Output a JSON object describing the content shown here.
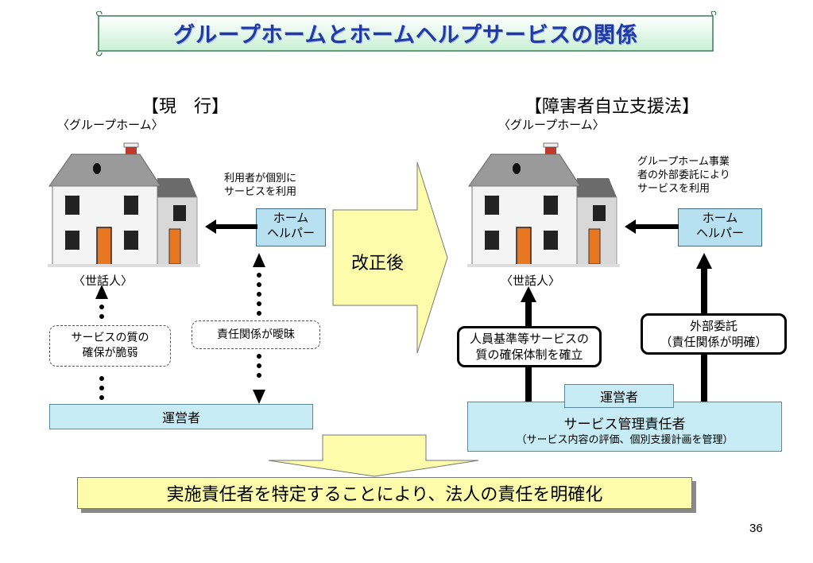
{
  "title": "グループホームとホームヘルプサービスの関係",
  "left": {
    "heading": "【現　行】",
    "house_label": "〈グループホーム〉",
    "caretaker_label": "〈世話人〉",
    "helper_note": "利用者が個別に\nサービスを利用",
    "helper_box": "ホーム\nヘルパー",
    "quality_note": "サービスの質の\n確保が脆弱",
    "responsibility_note": "責任関係が曖昧",
    "operator": "運営者"
  },
  "center": {
    "arrow_label": "改正後"
  },
  "right": {
    "heading": "【障害者自立支援法】",
    "house_label": "〈グループホーム〉",
    "caretaker_label": "〈世話人〉",
    "helper_note": "グループホーム事業\n者の外部委託により\nサービスを利用",
    "helper_box": "ホーム\nヘルパー",
    "quality_box": "人員基準等サービスの\n質の確保体制を確立",
    "outsourcing_box": "外部委託\n（責任関係が明確）",
    "operator": "運営者",
    "manager_title": "サービス管理責任者",
    "manager_sub": "（サービス内容の評価、個別支援計画を管理）"
  },
  "conclusion": "実施責任者を特定することにより、法人の責任を明確化",
  "page_number": "36",
  "colors": {
    "title_text": "#1f3aa8",
    "cyan_box": "#c8ecf6",
    "yellow": "#fcfcaa",
    "door": "#e87722",
    "roof": "#9a9a9a",
    "chimney": "#c0392b"
  }
}
